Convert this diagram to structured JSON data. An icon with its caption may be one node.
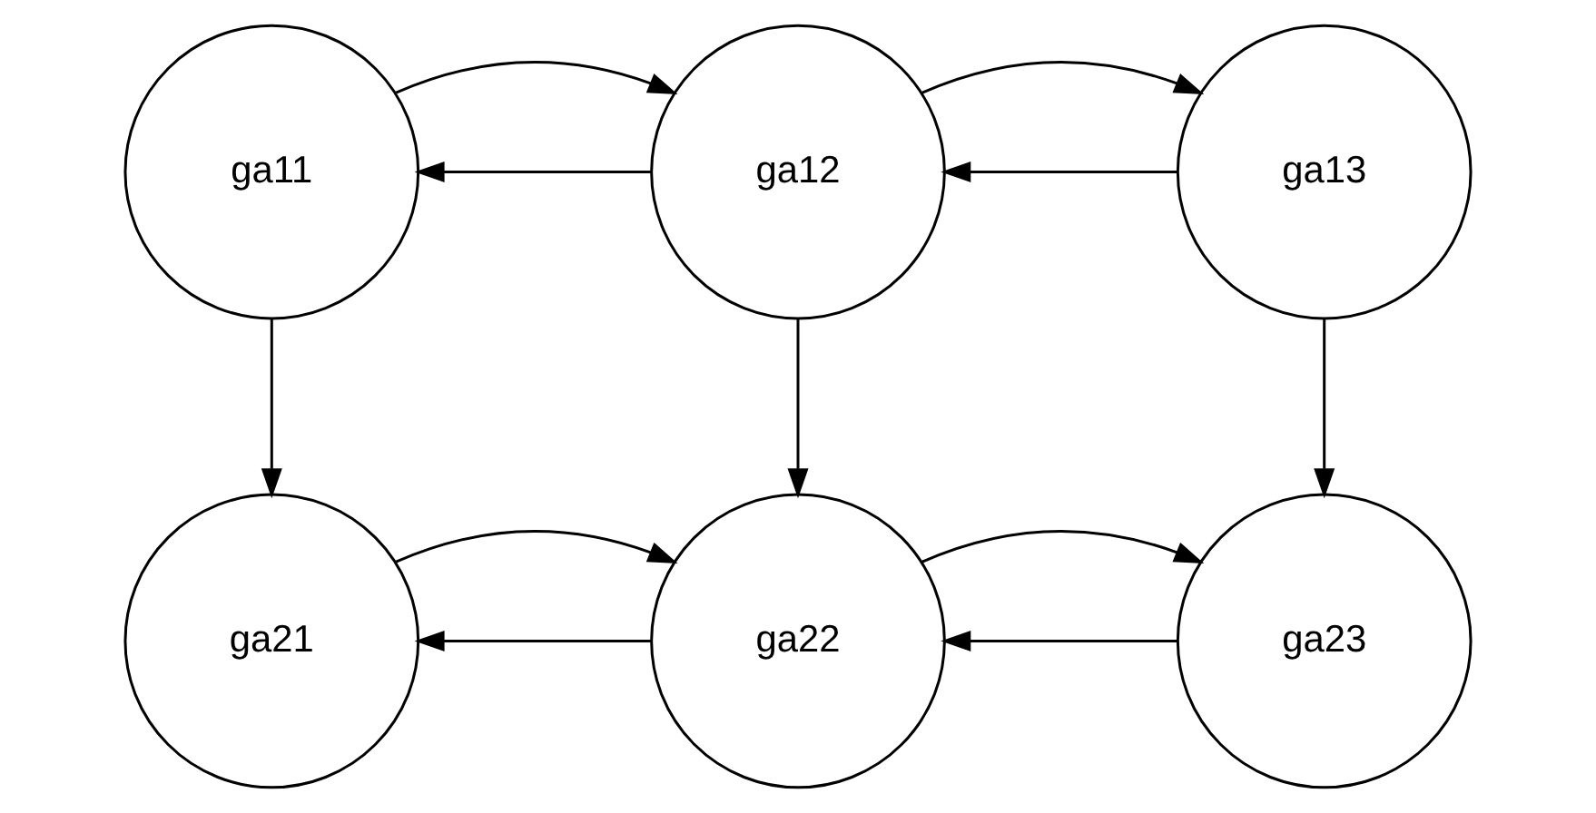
{
  "diagram": {
    "nodes": [
      {
        "text": [
          "ga11"
        ]
      },
      {
        "text": [
          "ga12"
        ]
      },
      {
        "text": [
          "ga13"
        ]
      },
      {
        "text": [
          "ga21"
        ]
      },
      {
        "text": [
          "ga22"
        ]
      },
      {
        "text": [
          "ga23"
        ]
      }
    ],
    "edges": [
      {
        "from": 1,
        "to": 0,
        "arrow": "to"
      },
      {
        "from": 0,
        "to": 1,
        "arrow": "to"
      },
      {
        "from": 2,
        "to": 1,
        "arrow": "to"
      },
      {
        "from": 1,
        "to": 2,
        "arrow": "to"
      },
      {
        "from": 0,
        "to": 3,
        "arrow": "to"
      },
      {
        "from": 1,
        "to": 4,
        "arrow": "to"
      },
      {
        "from": 2,
        "to": 5,
        "arrow": "to"
      },
      {
        "from": 4,
        "to": 3,
        "arrow": "to"
      },
      {
        "from": 3,
        "to": 4,
        "arrow": "to"
      },
      {
        "from": 5,
        "to": 4,
        "arrow": "to"
      },
      {
        "from": 4,
        "to": 5,
        "arrow": "to"
      }
    ]
  }
}
